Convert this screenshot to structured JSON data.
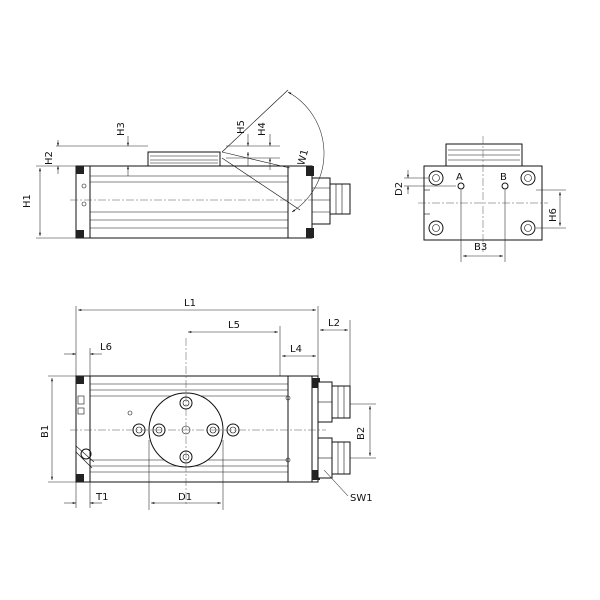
{
  "labels": {
    "H1": "H1",
    "H2": "H2",
    "H3": "H3",
    "H4": "H4",
    "H5": "H5",
    "H6": "H6",
    "W1": "W1",
    "D1": "D1",
    "D2": "D2",
    "A": "A",
    "B": "B",
    "B1": "B1",
    "B2": "B2",
    "B3": "B3",
    "L1": "L1",
    "L2": "L2",
    "L4": "L4",
    "L5": "L5",
    "L6": "L6",
    "T1": "T1",
    "SW1": "SW1"
  }
}
